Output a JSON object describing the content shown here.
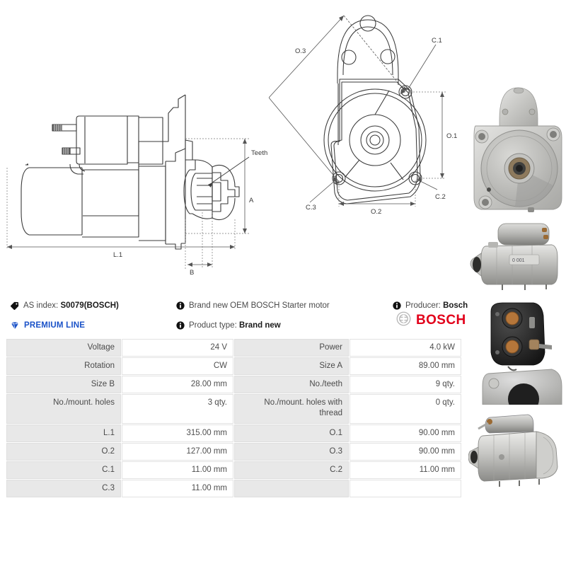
{
  "info": {
    "rows": [
      {
        "icon": "tag-icon",
        "label": "AS index:",
        "value": "S0079(BOSCH)"
      },
      {
        "icon": "info-icon",
        "label": "Brand new OEM BOSCH Starter motor",
        "value": ""
      },
      {
        "icon": "info-icon",
        "label": "Producer:",
        "value": "Bosch"
      },
      {
        "icon": "info-icon",
        "label": "Product type:",
        "value": "Brand new"
      }
    ],
    "premium_line": {
      "icon": "diamond-icon",
      "label": "PREMIUM LINE",
      "color": "#1a52c8"
    },
    "brand_logo": {
      "icon": "bosch-armature-icon",
      "word": "BOSCH",
      "color": "#e2001a"
    }
  },
  "spec_table": {
    "rows": [
      {
        "left_label": "Voltage",
        "left_value": "24 V",
        "right_label": "Power",
        "right_value": "4.0 kW"
      },
      {
        "left_label": "Rotation",
        "left_value": "CW",
        "right_label": "Size A",
        "right_value": "89.00 mm"
      },
      {
        "left_label": "Size B",
        "left_value": "28.00 mm",
        "right_label": "No./teeth",
        "right_value": "9 qty."
      },
      {
        "left_label": "No./mount. holes",
        "left_value": "3 qty.",
        "right_label": "No./mount. holes with thread",
        "right_value": "0 qty.",
        "tall": true
      },
      {
        "left_label": "L.1",
        "left_value": "315.00 mm",
        "right_label": "O.1",
        "right_value": "90.00 mm"
      },
      {
        "left_label": "O.2",
        "left_value": "127.00 mm",
        "right_label": "O.3",
        "right_value": "90.00 mm"
      },
      {
        "left_label": "C.1",
        "left_value": "11.00 mm",
        "right_label": "C.2",
        "right_value": "11.00 mm"
      },
      {
        "left_label": "C.3",
        "left_value": "11.00 mm",
        "right_label": "",
        "right_value": ""
      }
    ]
  },
  "drawing_side": {
    "dimension_labels": [
      "L.1",
      "A",
      "B",
      "Teeth"
    ]
  },
  "drawing_front": {
    "dimension_labels": [
      "O.1",
      "O.2",
      "O.3",
      "C.1",
      "C.2",
      "C.3"
    ]
  }
}
